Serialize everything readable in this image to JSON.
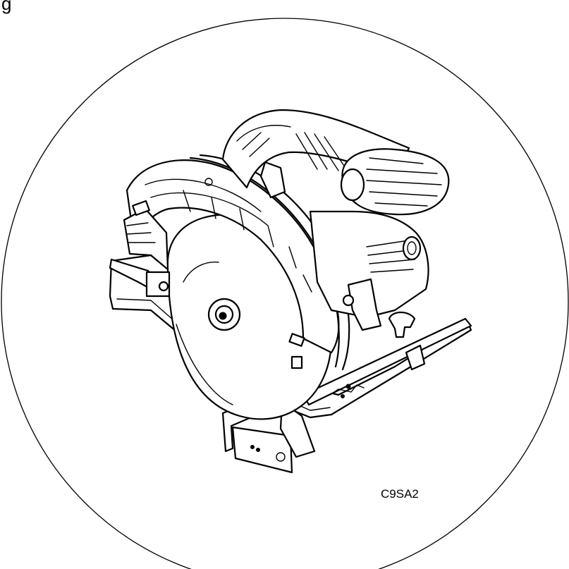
{
  "figure": {
    "corner_label": "g",
    "code_label": "C9SA2",
    "illustration": "circular-saw-line-drawing",
    "colors": {
      "line": "#000000",
      "background": "#ffffff"
    }
  }
}
